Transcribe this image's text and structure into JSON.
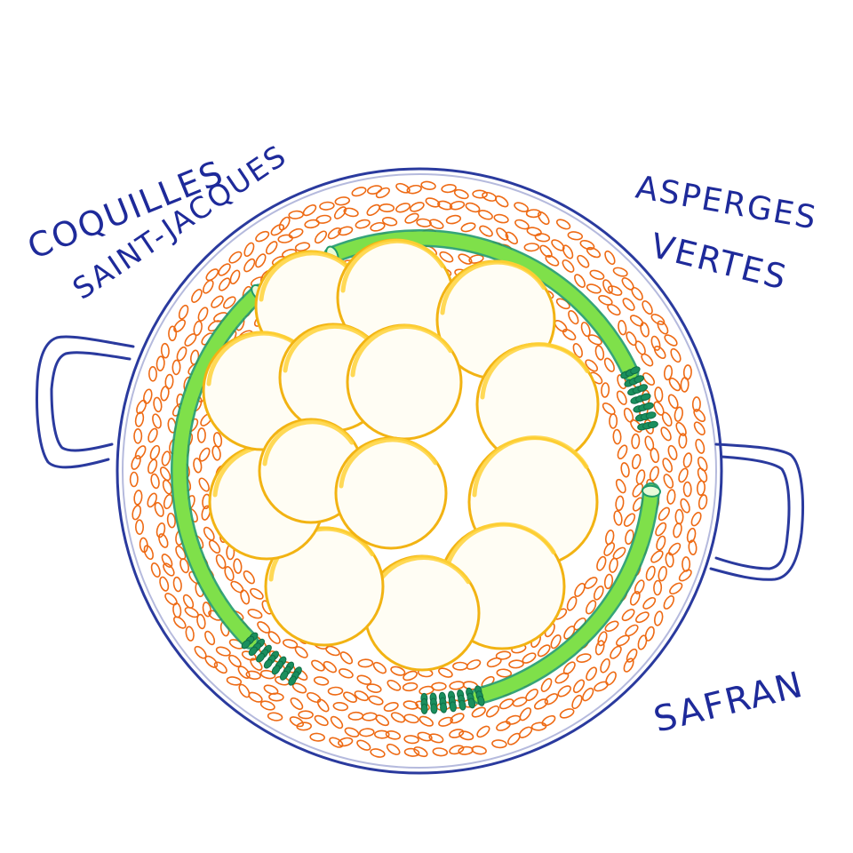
{
  "labels": {
    "scallops_line1": "COQUILLES",
    "scallops_line2": "SAINT-JACQUES",
    "asparagus_line1": "ASPERGES",
    "asparagus_line2": "VERTES",
    "saffron": "SAFRAN"
  },
  "colors": {
    "ink": "#1e2a9a",
    "pan_outline": "#2a3a9e",
    "rice": "#ee6a14",
    "asparagus_stalk": "#7fe04a",
    "asparagus_edge": "#1f9a6a",
    "asparagus_tip": "#1a8f5e",
    "scallop_edge": "#f2b313",
    "scallop_fill": "#fffdf4"
  },
  "icons": {
    "pan": "paella-pan-icon",
    "scallop": "scallop-icon",
    "asparagus": "asparagus-icon",
    "rice": "rice-grain-icon"
  }
}
